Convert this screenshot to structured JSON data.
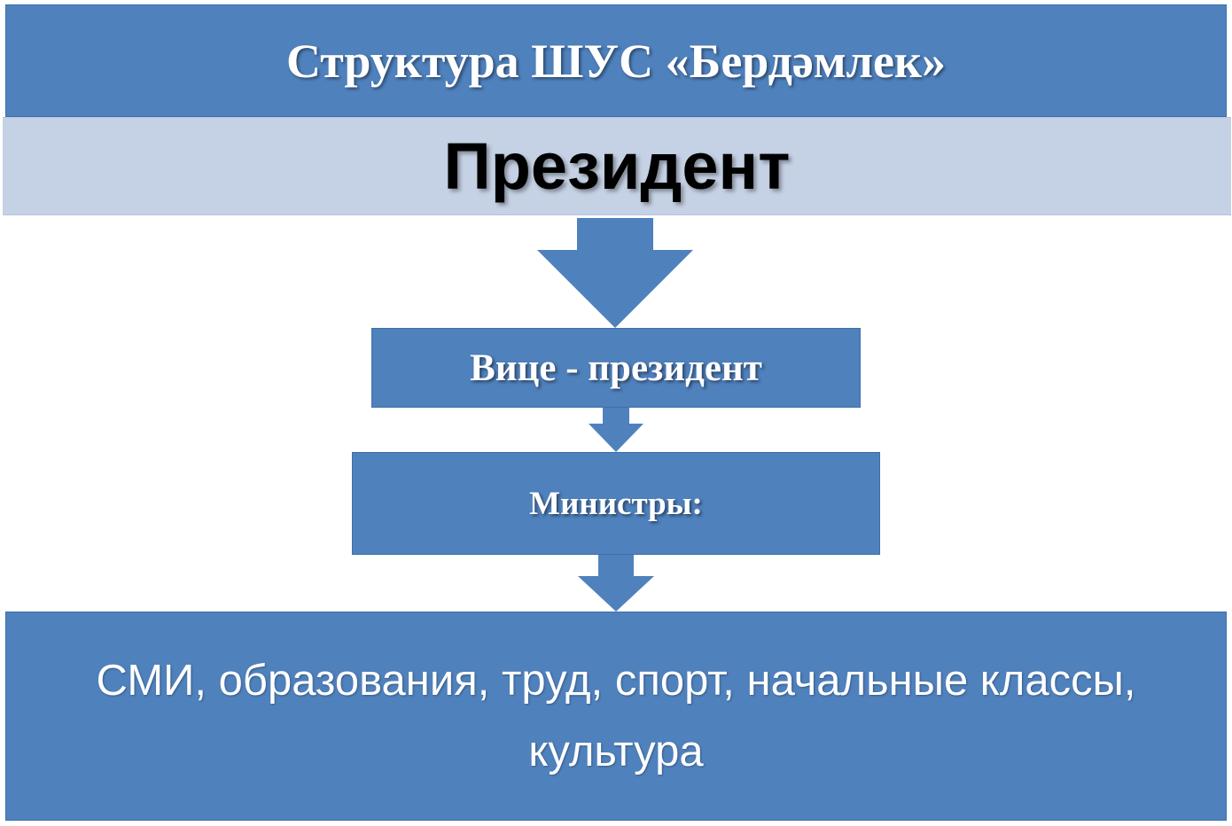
{
  "title": "Структура ШУС «Бердәмлек»",
  "president": "Президент",
  "vice_president": "Вице - президент",
  "ministers": "Министры:",
  "ministries_list": "СМИ, образования, труд, спорт, начальные классы, культура",
  "colors": {
    "box_fill": "#4f81bd",
    "band_fill": "#c5d1e4",
    "text_light": "#ffffff",
    "text_dark": "#000000"
  }
}
